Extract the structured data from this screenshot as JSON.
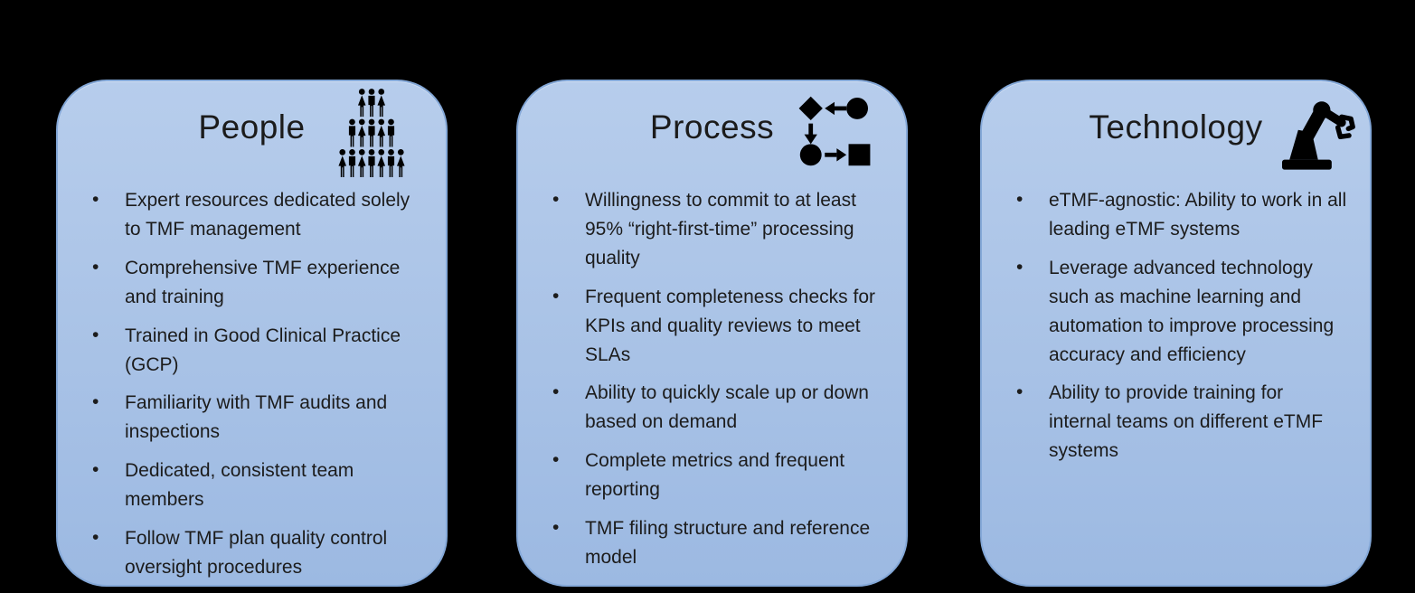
{
  "slide": {
    "background_color": "#000000",
    "card_fill_top": "#b7cdec",
    "card_fill_bottom": "#9cb9e2",
    "card_border_color": "#84a8d8",
    "text_color": "#1c1c1c",
    "icon_color": "#000000",
    "bullet_glyph": "•"
  },
  "cards": [
    {
      "title": "People",
      "icon": "people-group-icon",
      "bullets": [
        "Expert resources dedicated solely to TMF management",
        "Comprehensive TMF experience and training",
        "Trained in Good Clinical Practice (GCP)",
        "Familiarity with TMF audits and inspections",
        "Dedicated, consistent team members",
        "Follow TMF plan quality control oversight procedures"
      ]
    },
    {
      "title": "Process",
      "icon": "process-flowchart-icon",
      "bullets": [
        "Willingness to commit to at least 95% “right-first-time” processing quality",
        "Frequent completeness checks for KPIs and quality reviews to meet SLAs",
        "Ability to quickly scale up or down based on demand",
        "Complete metrics and frequent reporting",
        "TMF filing structure and reference model"
      ]
    },
    {
      "title": "Technology",
      "icon": "robot-arm-icon",
      "bullets": [
        "eTMF-agnostic: Ability to work in all leading eTMF systems",
        "Leverage advanced technology such as machine learning and automation to improve processing accuracy and efficiency",
        "Ability to provide training for internal teams on different eTMF systems"
      ]
    }
  ]
}
